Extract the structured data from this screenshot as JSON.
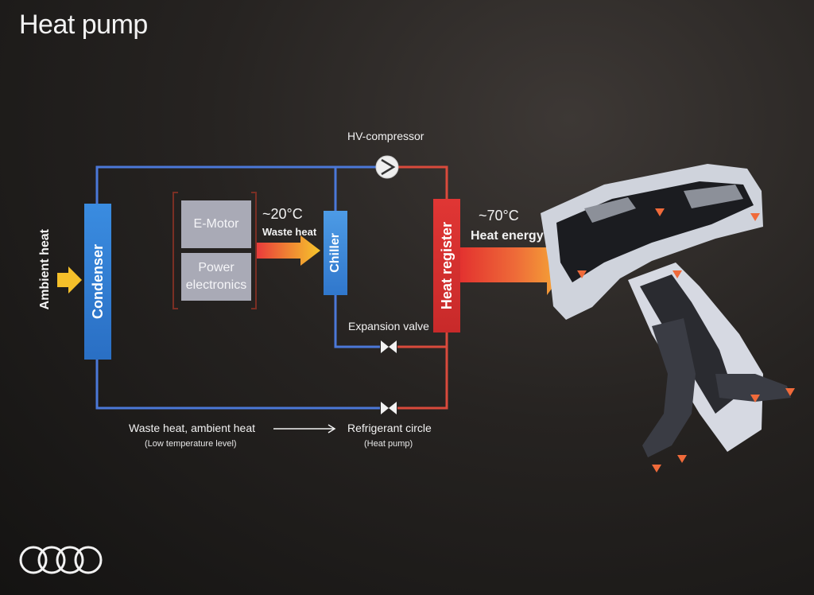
{
  "title": "Heat pump",
  "labels": {
    "ambient_heat": "Ambient heat",
    "condenser": "Condenser",
    "e_motor": "E-Motor",
    "power_electronics": "Power electronics",
    "chiller": "Chiller",
    "heat_register": "Heat register",
    "hv_compressor": "HV-compressor",
    "expansion_valve": "Expansion valve",
    "waste_temp": "~20°C",
    "waste_heat": "Waste heat",
    "heat_temp": "~70°C",
    "heat_energy": "Heat energy",
    "bottom_left": "Waste heat, ambient heat",
    "bottom_left_sub": "(Low temperature level)",
    "bottom_right": "Refrigerant circle",
    "bottom_right_sub": "(Heat pump)"
  },
  "colors": {
    "cold_line": "#4b78d8",
    "hot_line": "#d94a3c",
    "condenser": "#2f7bd4",
    "chiller": "#3d88d8",
    "heat_register": "#d8302e",
    "component_grey": "#a9aab6",
    "arrow_yellow": "#f5c02a"
  },
  "icons": {
    "logo": "audi-four-rings-logo",
    "compressor": "compressor-symbol",
    "valve": "expansion-valve-symbol"
  }
}
